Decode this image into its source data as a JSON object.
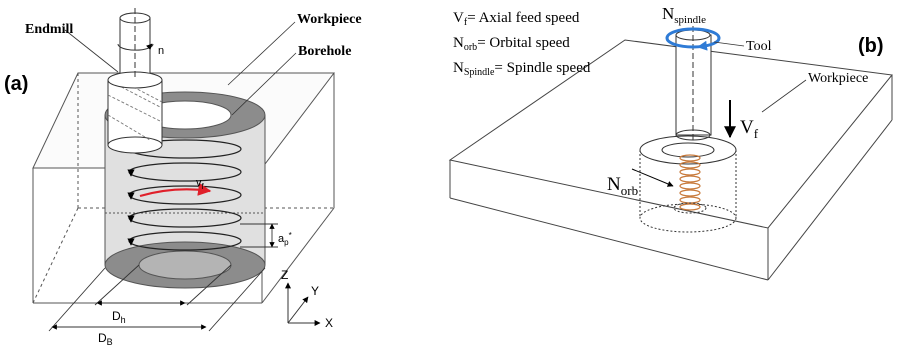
{
  "panel_a": {
    "label": "(a)",
    "endmill": "Endmill",
    "workpiece": "Workpiece",
    "borehole": "Borehole",
    "n": "n",
    "vf": "v",
    "vf_sub": "f",
    "ap": "a",
    "ap_sub": "p",
    "ap_sup": "*",
    "dh": "D",
    "dh_sub": "h",
    "db": "D",
    "db_sub": "B",
    "axis_z": "Z",
    "axis_y": "Y",
    "axis_x": "X"
  },
  "panel_b": {
    "label": "(b)",
    "legend": [
      {
        "sym": "V",
        "sub": "f",
        "text": "= Axial feed speed"
      },
      {
        "sym": "N",
        "sub": "orb",
        "text": "= Orbital speed"
      },
      {
        "sym": "N",
        "sub": "Spindle",
        "text": "= Spindle speed"
      }
    ],
    "nspindle": "N",
    "nspindle_sub": "spindle",
    "tool": "Tool",
    "workpiece": "Workpiece",
    "vf": "V",
    "vf_sub": "f",
    "norb": "N",
    "norb_sub": "orb"
  },
  "colors": {
    "vf_arrow": "#e0202a",
    "spindle_arrow": "#2e7bd6",
    "helix": "#c87a3c"
  }
}
